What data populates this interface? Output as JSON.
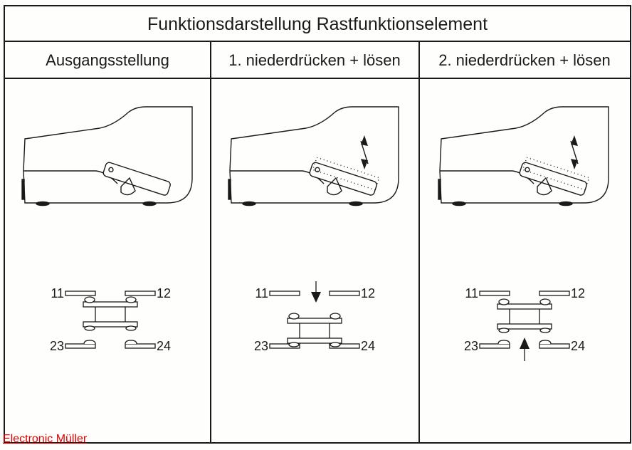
{
  "title": "Funktionsdarstellung Rastfunktionselement",
  "columns": [
    {
      "label": "Ausgangsstellung",
      "state": "rest",
      "arrow": "none"
    },
    {
      "label": "1. niederdrücken + lösen",
      "state": "pressed",
      "arrow": "down"
    },
    {
      "label": "2. niederdrücken + lösen",
      "state": "released",
      "arrow": "up"
    }
  ],
  "terminals": {
    "t11": "11",
    "t12": "12",
    "t23": "23",
    "t24": "24"
  },
  "watermark": "Electronic Müller",
  "colors": {
    "line": "#1a1a1a",
    "watermark": "#e00000",
    "background": "#fefefc"
  }
}
